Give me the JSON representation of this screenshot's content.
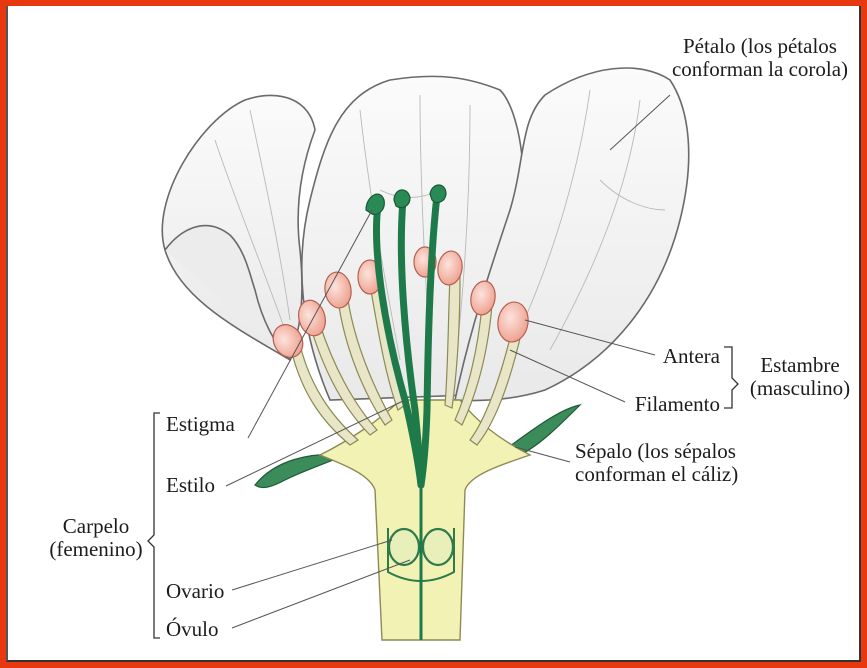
{
  "colors": {
    "frame": "#e8380f",
    "petal_fill": "#f4f4f4",
    "petal_stroke": "#6a6a6a",
    "receptacle": "#f3f2b5",
    "style_green": "#1f7a4a",
    "stamen_filament": "#e6e2c0",
    "anther": "#f6b7a8",
    "sepal": "#2f7d4e"
  },
  "labels": {
    "petal_line1": "Pétalo (los pétalos",
    "petal_line2": "conforman la corola)",
    "anther": "Antera",
    "filament": "Filamento",
    "stamen_line1": "Estambre",
    "stamen_line2": "(masculino)",
    "sepal_line1": "Sépalo (los sépalos",
    "sepal_line2": "conforman el cáliz)",
    "stigma": "Estigma",
    "style": "Estilo",
    "carpel_line1": "Carpelo",
    "carpel_line2": "(femenino)",
    "ovary": "Ovario",
    "ovule": "Óvulo"
  }
}
